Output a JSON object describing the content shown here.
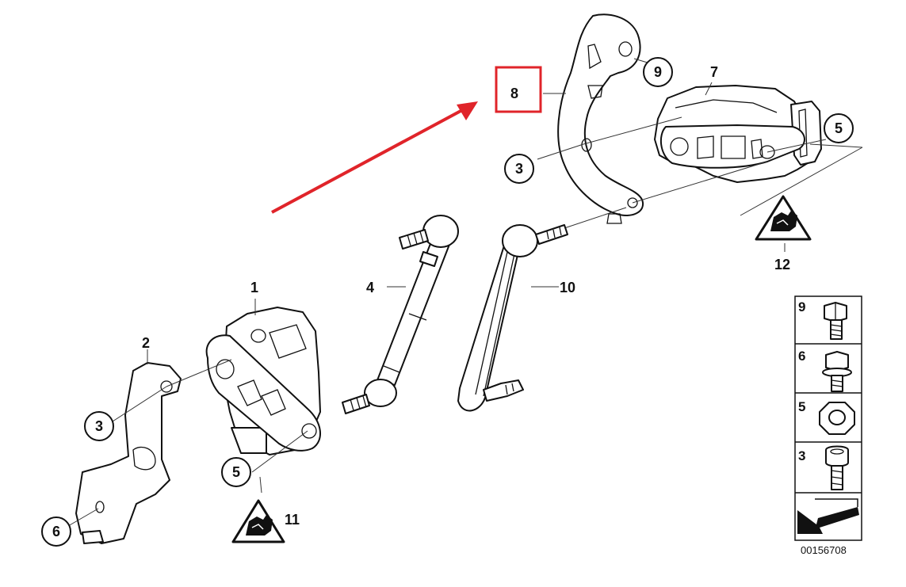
{
  "diagram": {
    "catalog_number": "00156708",
    "callouts": {
      "c3_upper": "3",
      "c9": "9",
      "c5_upper": "5",
      "c3_lower": "3",
      "c5_lower": "5",
      "c6": "6"
    },
    "labels": {
      "l8": "8",
      "l7": "7",
      "l12": "12",
      "l1": "1",
      "l2": "2",
      "l4": "4",
      "l10": "10",
      "l11": "11"
    },
    "hardware_legend": [
      "9",
      "6",
      "5",
      "3"
    ],
    "colors": {
      "highlight": "#e0242a",
      "line": "#111111"
    }
  }
}
